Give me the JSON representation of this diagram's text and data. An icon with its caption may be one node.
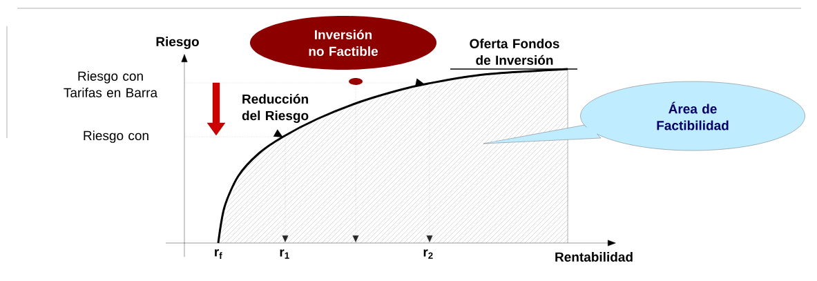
{
  "diagram": {
    "nodes": [
      {
        "text": [
          "Inversión no Factible"
        ]
      },
      {
        "text": [
          "Área de Factibilidad"
        ]
      }
    ],
    "labels": [
      "Riesgo",
      "Oferta Fondos de Inversión",
      "Riesgo con Tarifas en Barra",
      "Reducción del Riesgo",
      "Riesgo con",
      "r$_{f}$",
      "r$_{1}$",
      "r$_{2}$",
      "Rentabilidad"
    ]
  }
}
